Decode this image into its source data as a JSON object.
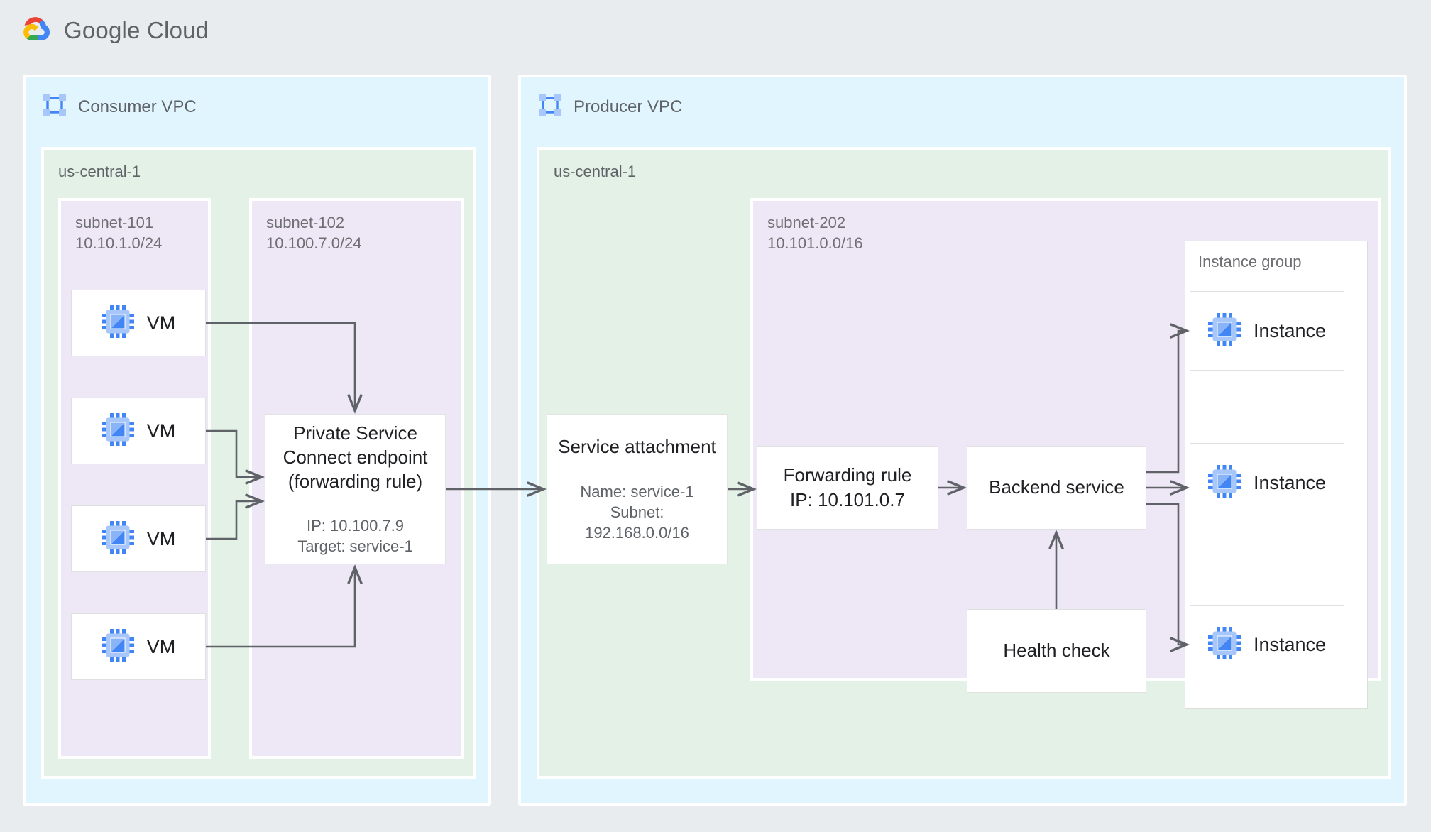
{
  "brand": {
    "logo_icon": "google-cloud-logo",
    "name_part1": "Google",
    "name_part2": "Cloud"
  },
  "consumer_vpc": {
    "icon": "vpc-network-icon",
    "title": "Consumer VPC",
    "region": "us-central-1",
    "subnet_101": {
      "name": "subnet-101",
      "cidr": "10.10.1.0/24",
      "vms": [
        {
          "icon": "vm-chip-icon",
          "label": "VM"
        },
        {
          "icon": "vm-chip-icon",
          "label": "VM"
        },
        {
          "icon": "vm-chip-icon",
          "label": "VM"
        },
        {
          "icon": "vm-chip-icon",
          "label": "VM"
        }
      ]
    },
    "subnet_102": {
      "name": "subnet-102",
      "cidr": "10.100.7.0/24",
      "endpoint": {
        "title": "Private Service Connect endpoint (forwarding rule)",
        "ip": "IP: 10.100.7.9",
        "target": "Target: service-1"
      }
    }
  },
  "producer_vpc": {
    "icon": "vpc-network-icon",
    "title": "Producer VPC",
    "region": "us-central-1",
    "service_attachment": {
      "title": "Service attachment",
      "name": "Name: service-1",
      "subnet_label": "Subnet:",
      "subnet_cidr": "192.168.0.0/16"
    },
    "subnet_202": {
      "name": "subnet-202",
      "cidr": "10.101.0.0/16",
      "forwarding_rule": {
        "line1": "Forwarding rule",
        "line2": "IP: 10.101.0.7"
      },
      "backend_service": {
        "label": "Backend service"
      },
      "health_check": {
        "label": "Health check"
      },
      "instance_group": {
        "label": "Instance group",
        "instances": [
          {
            "icon": "vm-chip-icon",
            "label": "Instance"
          },
          {
            "icon": "vm-chip-icon",
            "label": "Instance"
          },
          {
            "icon": "vm-chip-icon",
            "label": "Instance"
          }
        ]
      }
    }
  },
  "colors": {
    "page_background": "#e9ecef",
    "vpc_fill": "#e1f5fe",
    "region_fill": "#e3f1e7",
    "subnet_fill": "#ede7f6",
    "node_fill": "#ffffff",
    "connector": "#5f6368",
    "icon_blue": "#4285f4",
    "icon_blue_light": "#a7c6fa",
    "text_primary": "#202124",
    "text_secondary": "#5f6368"
  }
}
